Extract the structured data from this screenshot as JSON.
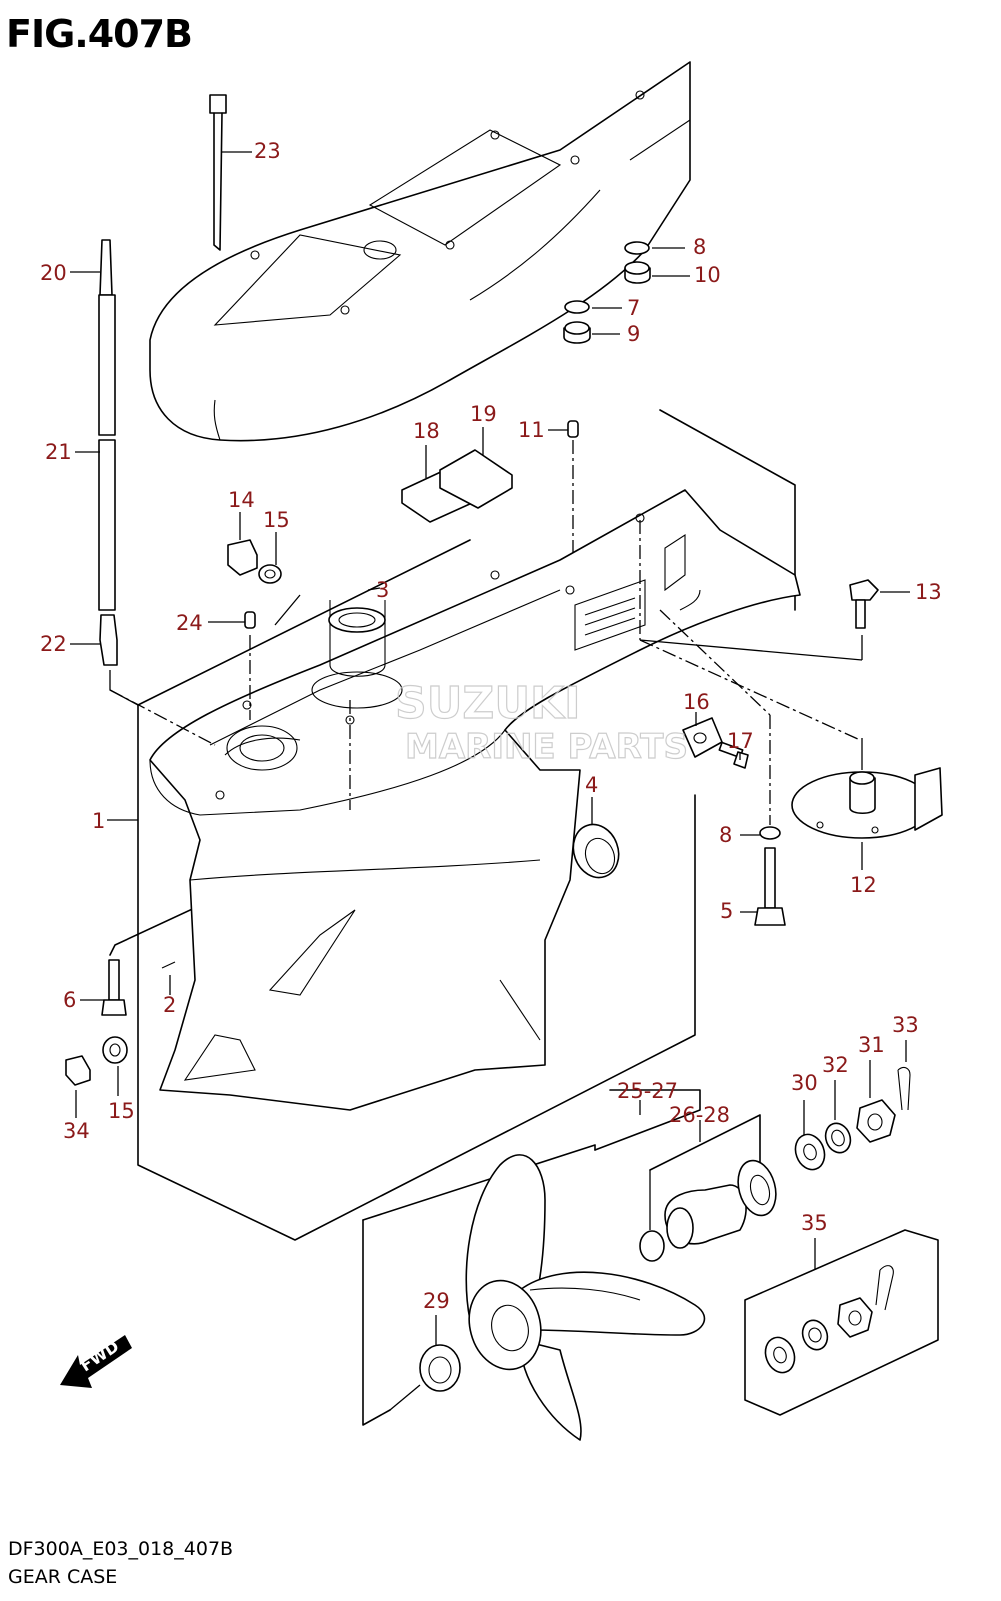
{
  "figure": {
    "title": "FIG.407B",
    "model_code": "DF300A_E03_018_407B",
    "name": "GEAR CASE"
  },
  "watermark": {
    "line1": "SUZUKI",
    "line2": "MARINE PARTS"
  },
  "fwd_label": "FWD",
  "callouts": {
    "c1": "1",
    "c2": "2",
    "c3": "3",
    "c4": "4",
    "c5": "5",
    "c6": "6",
    "c7": "7",
    "c8a": "8",
    "c8b": "8",
    "c9": "9",
    "c10": "10",
    "c11": "11",
    "c12": "12",
    "c13": "13",
    "c14": "14",
    "c15a": "15",
    "c15b": "15",
    "c16": "16",
    "c17": "17",
    "c18": "18",
    "c19": "19",
    "c20": "20",
    "c21": "21",
    "c22": "22",
    "c23": "23",
    "c24": "24",
    "c25": "25-27",
    "c26": "26-28",
    "c29": "29",
    "c30": "30",
    "c31": "31",
    "c32": "32",
    "c33": "33",
    "c34": "34",
    "c35": "35"
  },
  "colors": {
    "callout_text": "#8b1a1a",
    "line_art": "#000000",
    "watermark": "#c8c8c8"
  }
}
